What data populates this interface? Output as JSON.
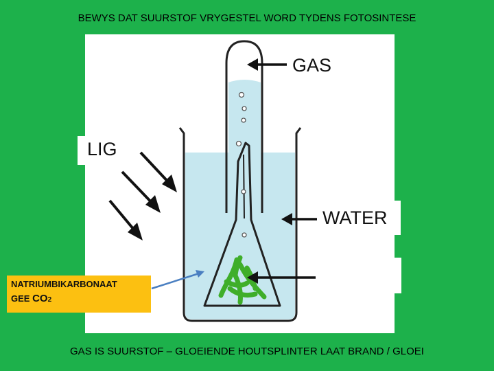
{
  "title": "BEWYS DAT SUURSTOF VRYGESTEL WORD TYDENS FOTOSINTESE",
  "labels": {
    "gas": "GAS",
    "light": "LIG",
    "water": "WATER"
  },
  "note": {
    "line1": "NATRIUMBIKARBONAAT",
    "line2_prefix": "GEE ",
    "line2_co": "CO",
    "line2_sub": "2"
  },
  "footer": "GAS IS SUURSTOF – GLOEIENDE HOUTSPLINTER LAAT BRAND / GLOEI",
  "colors": {
    "background": "#1db14b",
    "water": "#c6e7ef",
    "plant": "#3fae2a",
    "note_box": "#fcc011",
    "pointer_arrow": "#4a7fc1"
  }
}
